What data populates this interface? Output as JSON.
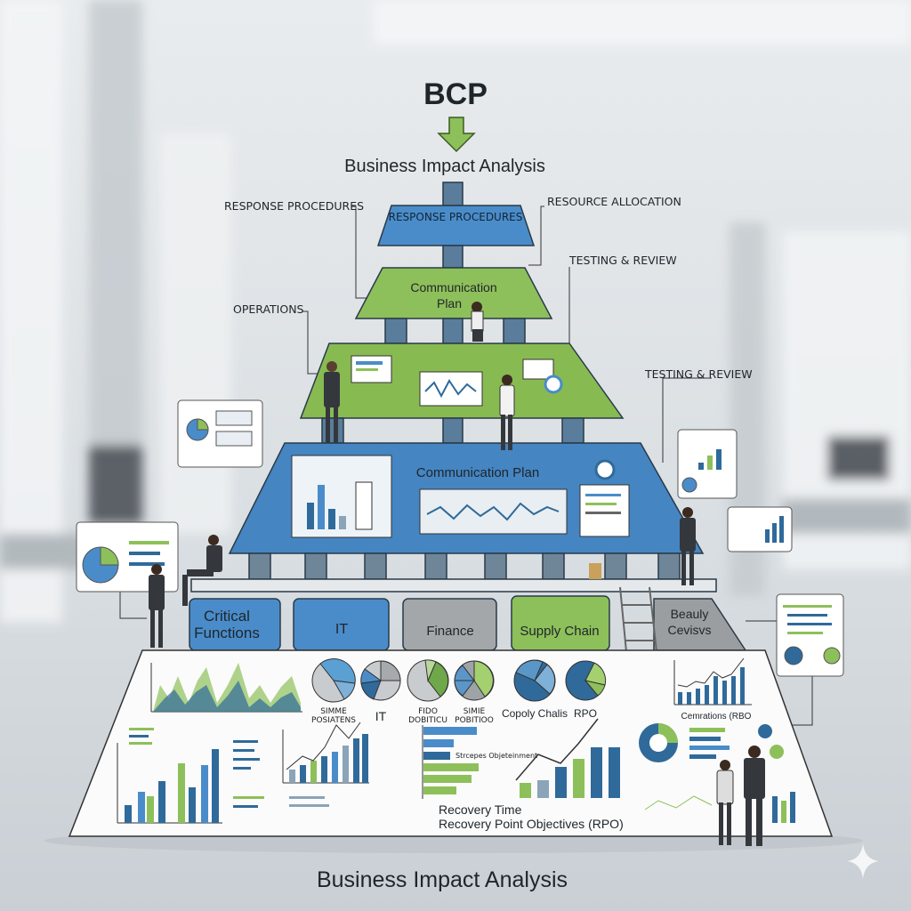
{
  "header": {
    "title": "BCP",
    "subtitle": "Business Impact Analysis"
  },
  "tiers": {
    "top": "RESPONSE PROCEDURES",
    "second_line1": "Communication",
    "second_line2": "Plan",
    "fourth": "Communication Plan"
  },
  "callouts": {
    "response_procedures": "RESPONSE PROCEDURES",
    "resource_allocation": "RESOURCE ALLOCATION",
    "testing_review_1": "TESTING & REVIEW",
    "operations": "OPERATIONS",
    "testing_review_2": "TESTING & REVIEW"
  },
  "departments": [
    {
      "line1": "Critical",
      "line2": "Functions"
    },
    {
      "line1": "IT"
    },
    {
      "line1": "Finance"
    },
    {
      "line1": "Supply Chain"
    },
    {
      "line1": "Beauly",
      "line2": "Cevisvs"
    }
  ],
  "base": {
    "pie_labels": [
      {
        "line1": "SIMME",
        "line2": "POSIATENS"
      },
      {
        "line1": "IT"
      },
      {
        "line1": "FIDO",
        "line2": "DOBITICU"
      },
      {
        "line1": "SIMIE",
        "line2": "POBITIOO"
      },
      {
        "line1": "Copoly Chalis"
      },
      {
        "line1": "RPO"
      }
    ],
    "right_chart_label": "Cemrations (RBO",
    "bar_annotation": "Strcepes Objeteinment",
    "recovery_time": "Recovery Time",
    "rpo": "Recovery Point Objectives (RPO)"
  },
  "footer": {
    "title": "Business Impact Analysis"
  },
  "colors": {
    "blue": "#4a8cc9",
    "green": "#8dc05a",
    "gray": "#8f9396",
    "dark_blue": "#2f6a9a"
  }
}
